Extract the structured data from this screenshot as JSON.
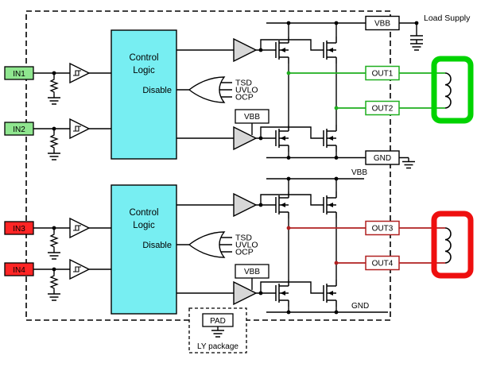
{
  "chip": {
    "bridge_a": {
      "in1": "IN1",
      "in2": "IN2",
      "control_line1": "Control",
      "control_line2": "Logic",
      "disable": "Disable",
      "faults": [
        "TSD",
        "UVLO",
        "OCP"
      ],
      "vbb_pin": "VBB",
      "driver_supply": "VBB",
      "out1": "OUT1",
      "out2": "OUT2",
      "gnd_pin": "GND"
    },
    "bridge_b": {
      "in3": "IN3",
      "in4": "IN4",
      "control_line1": "Control",
      "control_line2": "Logic",
      "disable": "Disable",
      "faults": [
        "TSD",
        "UVLO",
        "OCP"
      ],
      "vbb_rail": "VBB",
      "driver_supply": "VBB",
      "out3": "OUT3",
      "out4": "OUT4",
      "gnd_rail": "GND"
    },
    "pad": "PAD",
    "package_label": "LY package"
  },
  "external": {
    "load_supply": "Load Supply"
  },
  "colors": {
    "in_a_fill": "#8fe68f",
    "in_b_fill": "#ff2525",
    "accent_a": "#1fae1f",
    "accent_b": "#b02020",
    "load_a": "#00d300",
    "load_b": "#ee0f0f",
    "logic_fill": "#77eef2",
    "driver_fill": "#d7d7d7"
  }
}
